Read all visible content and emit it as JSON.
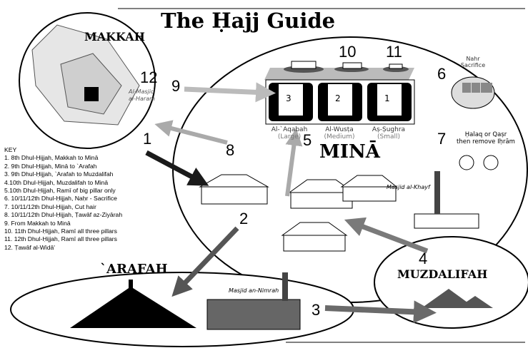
{
  "title": "The Ḥajj Guide",
  "places": {
    "makkah": "MAKKAH",
    "mina": "MINĀ",
    "arafah": "`ARAFAH",
    "muzdalifah": "MUZDALIFAH"
  },
  "landmarks": {
    "haram": "Al-Masjid al-Haram",
    "khayf": "Masjid al-Khayf",
    "nimrah": "Masjid an-Nimrah"
  },
  "pillars": [
    {
      "number": "3",
      "name": "Al-`Aqabah",
      "size": "(Large)"
    },
    {
      "number": "2",
      "name": "Al-Wusṭa",
      "size": "(Medium)"
    },
    {
      "number": "1",
      "name": "Aṣ-Ṣughra",
      "size": "(Small)"
    }
  ],
  "sacrifice": {
    "line1": "Nahr",
    "line2": "Sacrifice"
  },
  "haircut": {
    "line1": "Ḥalaq or Qaṣr",
    "line2": "then remove Iḥrām"
  },
  "step_numbers": [
    "1",
    "2",
    "3",
    "4",
    "5",
    "6",
    "7",
    "8",
    "9",
    "10",
    "11",
    "12"
  ],
  "key": {
    "heading": "KEY",
    "items": [
      "1. 8th Dhul-Ḥijjah, Makkah to Minā",
      "2. 9th Dhul-Ḥijjah, Minā to `Arafah",
      "3. 9th Dhul-Ḥijjah, `Arafah to Muzdalifah",
      "4.10th Dhul-Ḥijjah, Muzdalifah to Minā",
      "5.10th Dhul-Ḥijjah, Ramī of big pillar only",
      "6. 10/11/12th Dhul-Ḥijjah, Naḥr - Sacrifice",
      "7. 10/11/12th Dhul-Ḥijjah, Cut hair",
      "8. 10/11/12th Dhul-Ḥijjah, Ṭawāf az-Ziyārah",
      "9. From Makkah to Minā",
      "10. 11th Dhul-Ḥijjah, Ramī all three pillars",
      "11. 12th Dhul-Ḥijjah, Ramī all three pillars",
      "12. Ṭawāf al-Widā'"
    ]
  },
  "arrow_colors": {
    "1": "#1a1a1a",
    "2": "#555555",
    "3": "#6a6a6a",
    "4": "#7a7a7a",
    "5": "#aaaaaa",
    "8": "#aaaaaa",
    "9": "#bbbbbb"
  }
}
